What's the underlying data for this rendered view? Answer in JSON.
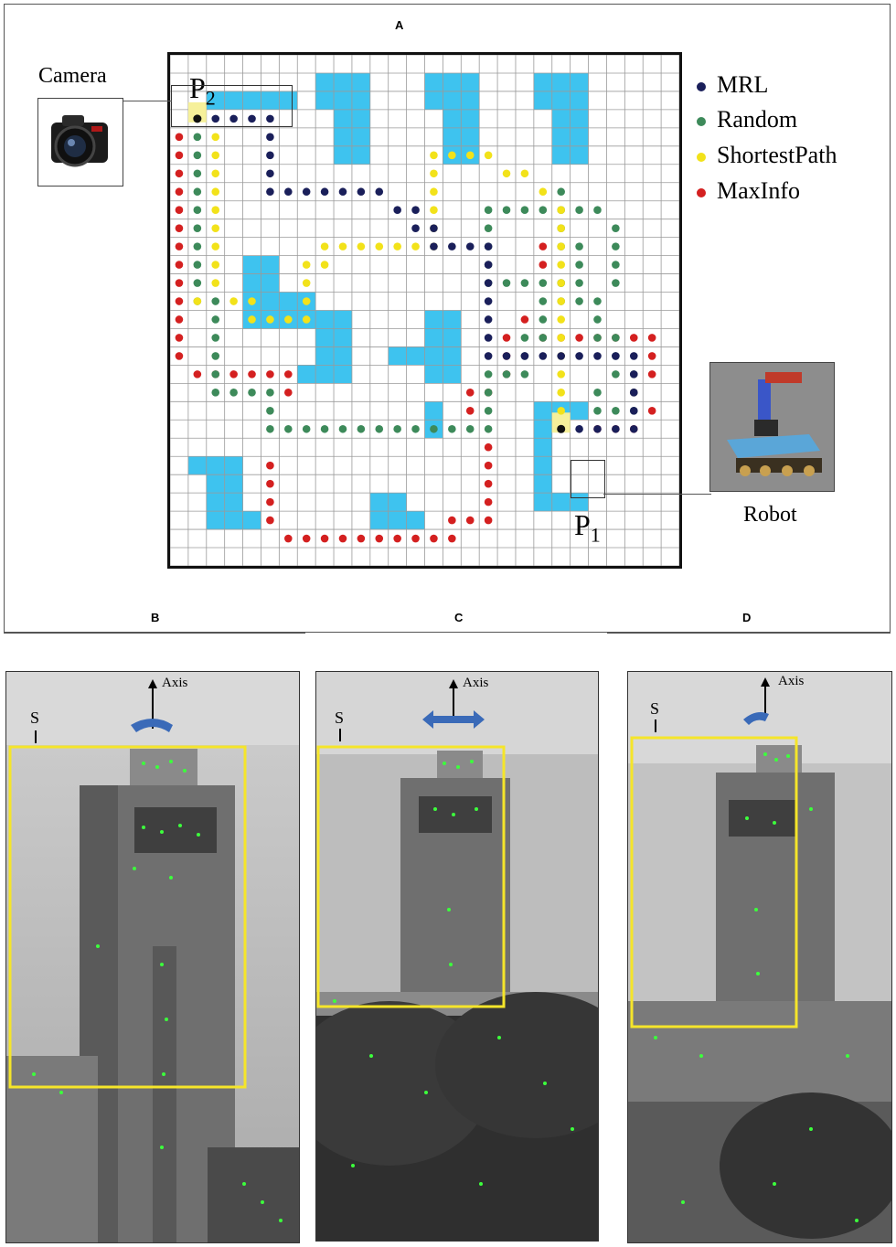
{
  "panels": {
    "a": "A",
    "b": "B",
    "c": "C",
    "d": "D"
  },
  "legend": [
    {
      "label": "MRL",
      "color": "#1a1f5a"
    },
    {
      "label": "Random",
      "color": "#3d8a5a"
    },
    {
      "label": "ShortestPath",
      "color": "#f2e21a"
    },
    {
      "label": "MaxInfo",
      "color": "#d42020"
    }
  ],
  "callouts": {
    "camera": "Camera",
    "robot": "Robot",
    "p2": "P",
    "p2_sub": "2",
    "p1": "P",
    "p1_sub": "1"
  },
  "photo_labels": {
    "axis": "Axis",
    "s": "S"
  },
  "colors": {
    "obstacle": "#3ec3ef",
    "grid_line": "#9a9a9a",
    "frame": "#111111",
    "highlight": "#f6f09a",
    "box": "#f5e52a",
    "feature": "#3cff3c"
  },
  "grid": {
    "cols": 28,
    "rows": 28
  },
  "paths": {
    "MRL": [
      [
        1,
        3
      ],
      [
        2,
        3
      ],
      [
        3,
        3
      ],
      [
        4,
        3
      ],
      [
        5,
        3
      ],
      [
        5,
        4
      ],
      [
        5,
        5
      ],
      [
        5,
        6
      ],
      [
        5,
        7
      ],
      [
        6,
        7
      ],
      [
        7,
        7
      ],
      [
        8,
        7
      ],
      [
        9,
        7
      ],
      [
        10,
        7
      ],
      [
        11,
        7
      ],
      [
        12,
        8
      ],
      [
        13,
        8
      ],
      [
        13,
        9
      ],
      [
        14,
        9
      ],
      [
        14,
        10
      ],
      [
        15,
        10
      ],
      [
        16,
        10
      ],
      [
        17,
        10
      ],
      [
        17,
        11
      ],
      [
        17,
        12
      ],
      [
        17,
        13
      ],
      [
        17,
        14
      ],
      [
        17,
        15
      ],
      [
        17,
        16
      ],
      [
        18,
        16
      ],
      [
        19,
        16
      ],
      [
        20,
        16
      ],
      [
        21,
        16
      ],
      [
        22,
        16
      ],
      [
        23,
        16
      ],
      [
        24,
        16
      ],
      [
        25,
        16
      ],
      [
        25,
        17
      ],
      [
        25,
        18
      ],
      [
        25,
        19
      ],
      [
        25,
        20
      ],
      [
        24,
        20
      ],
      [
        23,
        20
      ],
      [
        22,
        20
      ],
      [
        21,
        20
      ]
    ],
    "Random": [
      [
        1,
        3
      ],
      [
        1,
        4
      ],
      [
        1,
        5
      ],
      [
        1,
        6
      ],
      [
        1,
        7
      ],
      [
        1,
        8
      ],
      [
        1,
        9
      ],
      [
        1,
        10
      ],
      [
        1,
        11
      ],
      [
        1,
        12
      ],
      [
        1,
        13
      ],
      [
        2,
        13
      ],
      [
        2,
        14
      ],
      [
        2,
        15
      ],
      [
        2,
        16
      ],
      [
        2,
        17
      ],
      [
        2,
        18
      ],
      [
        3,
        18
      ],
      [
        4,
        18
      ],
      [
        5,
        18
      ],
      [
        5,
        19
      ],
      [
        5,
        20
      ],
      [
        6,
        20
      ],
      [
        7,
        20
      ],
      [
        8,
        20
      ],
      [
        9,
        20
      ],
      [
        10,
        20
      ],
      [
        11,
        20
      ],
      [
        12,
        20
      ],
      [
        13,
        20
      ],
      [
        14,
        20
      ],
      [
        15,
        20
      ],
      [
        16,
        20
      ],
      [
        17,
        20
      ],
      [
        17,
        19
      ],
      [
        17,
        18
      ],
      [
        17,
        17
      ],
      [
        18,
        17
      ],
      [
        19,
        17
      ],
      [
        19,
        16
      ],
      [
        19,
        15
      ],
      [
        20,
        15
      ],
      [
        20,
        14
      ],
      [
        20,
        13
      ],
      [
        21,
        13
      ],
      [
        21,
        12
      ],
      [
        22,
        12
      ],
      [
        22,
        11
      ],
      [
        22,
        10
      ],
      [
        21,
        10
      ],
      [
        21,
        9
      ],
      [
        21,
        8
      ],
      [
        20,
        8
      ],
      [
        19,
        8
      ],
      [
        18,
        8
      ],
      [
        17,
        8
      ],
      [
        17,
        9
      ],
      [
        17,
        10
      ],
      [
        17,
        11
      ],
      [
        17,
        12
      ],
      [
        18,
        12
      ],
      [
        19,
        12
      ],
      [
        20,
        12
      ],
      [
        21,
        12
      ],
      [
        22,
        13
      ],
      [
        23,
        13
      ],
      [
        23,
        14
      ],
      [
        23,
        15
      ],
      [
        24,
        15
      ],
      [
        24,
        16
      ],
      [
        24,
        17
      ],
      [
        25,
        17
      ],
      [
        25,
        18
      ],
      [
        25,
        19
      ],
      [
        24,
        19
      ],
      [
        23,
        19
      ],
      [
        23,
        18
      ],
      [
        24,
        12
      ],
      [
        24,
        11
      ],
      [
        24,
        10
      ],
      [
        24,
        9
      ],
      [
        23,
        8
      ],
      [
        22,
        8
      ],
      [
        21,
        7
      ]
    ],
    "ShortestPath": [
      [
        1,
        3
      ],
      [
        2,
        4
      ],
      [
        2,
        5
      ],
      [
        2,
        6
      ],
      [
        2,
        7
      ],
      [
        2,
        8
      ],
      [
        2,
        9
      ],
      [
        2,
        10
      ],
      [
        2,
        11
      ],
      [
        2,
        12
      ],
      [
        1,
        13
      ],
      [
        3,
        13
      ],
      [
        4,
        13
      ],
      [
        4,
        14
      ],
      [
        5,
        14
      ],
      [
        6,
        14
      ],
      [
        7,
        14
      ],
      [
        7,
        13
      ],
      [
        7,
        12
      ],
      [
        7,
        11
      ],
      [
        8,
        11
      ],
      [
        8,
        10
      ],
      [
        9,
        10
      ],
      [
        10,
        10
      ],
      [
        11,
        10
      ],
      [
        12,
        10
      ],
      [
        13,
        10
      ],
      [
        14,
        10
      ],
      [
        14,
        9
      ],
      [
        14,
        8
      ],
      [
        14,
        7
      ],
      [
        14,
        6
      ],
      [
        14,
        5
      ],
      [
        15,
        5
      ],
      [
        16,
        5
      ],
      [
        17,
        5
      ],
      [
        18,
        6
      ],
      [
        19,
        6
      ],
      [
        20,
        7
      ],
      [
        21,
        8
      ],
      [
        21,
        9
      ],
      [
        21,
        10
      ],
      [
        21,
        11
      ],
      [
        21,
        12
      ],
      [
        21,
        13
      ],
      [
        21,
        14
      ],
      [
        21,
        15
      ],
      [
        21,
        16
      ],
      [
        21,
        17
      ],
      [
        21,
        18
      ],
      [
        21,
        19
      ],
      [
        21,
        20
      ]
    ],
    "MaxInfo": [
      [
        0,
        4
      ],
      [
        0,
        5
      ],
      [
        0,
        6
      ],
      [
        0,
        7
      ],
      [
        0,
        8
      ],
      [
        0,
        9
      ],
      [
        0,
        10
      ],
      [
        0,
        11
      ],
      [
        0,
        12
      ],
      [
        0,
        13
      ],
      [
        0,
        14
      ],
      [
        0,
        15
      ],
      [
        0,
        16
      ],
      [
        1,
        17
      ],
      [
        2,
        17
      ],
      [
        3,
        17
      ],
      [
        4,
        17
      ],
      [
        5,
        17
      ],
      [
        6,
        17
      ],
      [
        6,
        18
      ],
      [
        5,
        22
      ],
      [
        5,
        23
      ],
      [
        5,
        24
      ],
      [
        5,
        25
      ],
      [
        6,
        26
      ],
      [
        7,
        26
      ],
      [
        8,
        26
      ],
      [
        9,
        26
      ],
      [
        10,
        26
      ],
      [
        11,
        26
      ],
      [
        12,
        26
      ],
      [
        13,
        26
      ],
      [
        14,
        26
      ],
      [
        15,
        26
      ],
      [
        15,
        25
      ],
      [
        16,
        25
      ],
      [
        17,
        25
      ],
      [
        17,
        24
      ],
      [
        17,
        23
      ],
      [
        17,
        22
      ],
      [
        17,
        21
      ],
      [
        16,
        19
      ],
      [
        16,
        18
      ],
      [
        17,
        18
      ],
      [
        18,
        17
      ],
      [
        18,
        16
      ],
      [
        18,
        15
      ],
      [
        19,
        14
      ],
      [
        20,
        15
      ],
      [
        21,
        15
      ],
      [
        22,
        15
      ],
      [
        23,
        15
      ],
      [
        24,
        15
      ],
      [
        25,
        15
      ],
      [
        26,
        15
      ],
      [
        26,
        16
      ],
      [
        26,
        17
      ],
      [
        25,
        18
      ],
      [
        26,
        19
      ],
      [
        25,
        20
      ],
      [
        24,
        20
      ],
      [
        23,
        20
      ],
      [
        20,
        10
      ],
      [
        20,
        11
      ]
    ]
  }
}
